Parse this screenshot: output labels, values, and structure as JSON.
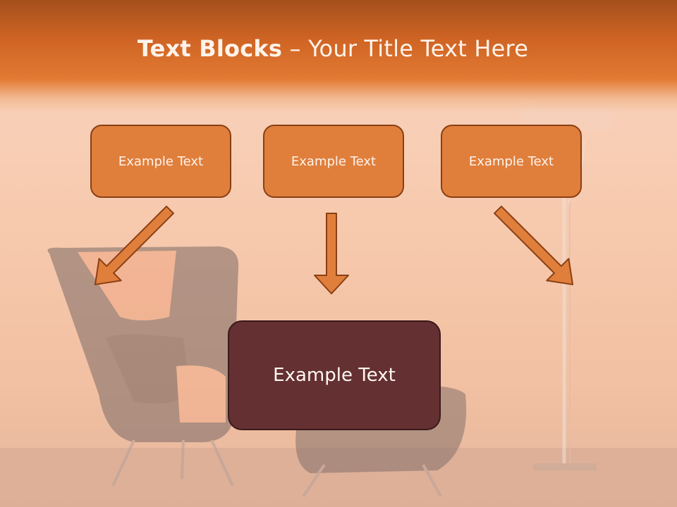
{
  "slide": {
    "title_bold": "Text Blocks",
    "title_dash": " – ",
    "title_rest": "Your Title Text Here"
  },
  "blocks": [
    {
      "label": "Example Text"
    },
    {
      "label": "Example Text"
    },
    {
      "label": "Example Text"
    }
  ],
  "main_block": {
    "label": "Example Text"
  },
  "colors": {
    "header": "#d86c2b",
    "top_box_fill": "#e07f3c",
    "top_box_border": "#8a3f14",
    "main_box_fill": "#643032",
    "arrow": "#e07f3c"
  },
  "icons": {
    "background_chair": "armchair-illustration",
    "background_lamp": "floor-lamp-illustration",
    "arrow": "down-arrow-icon"
  }
}
